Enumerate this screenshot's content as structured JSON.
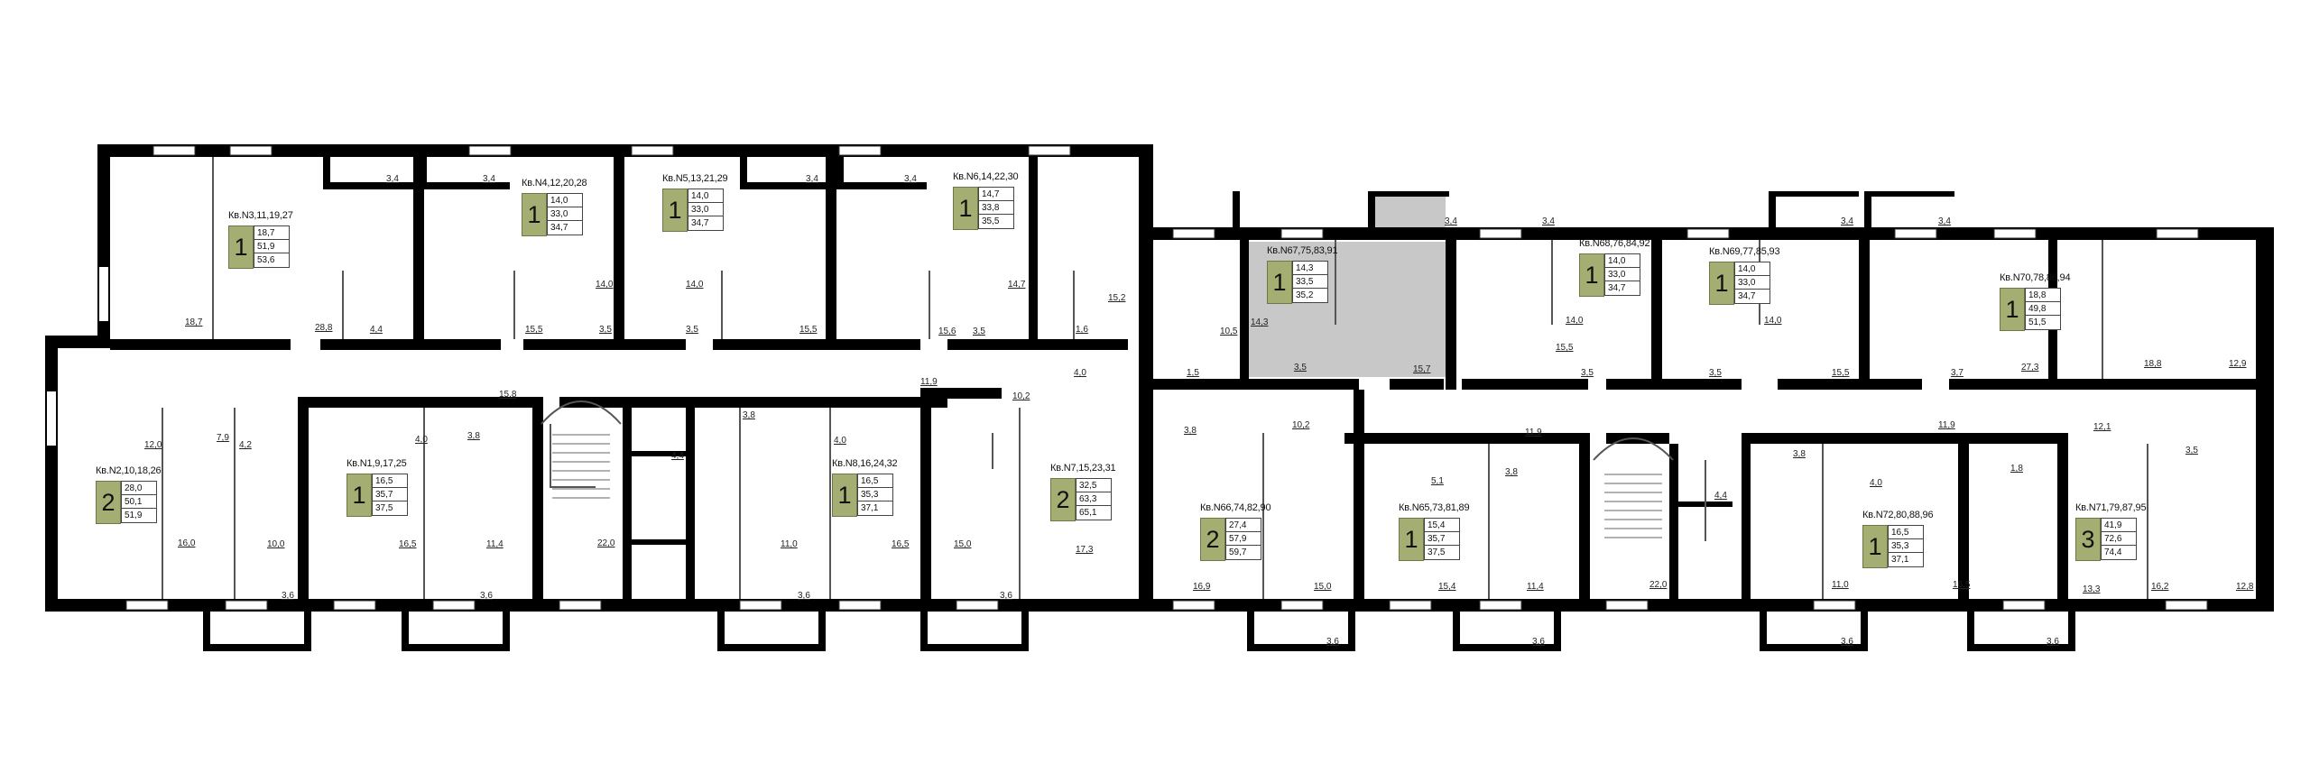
{
  "colors": {
    "wall": "#000000",
    "room_type_badge": "#a4ad72",
    "highlight": "#c8c8c8",
    "background": "#ffffff"
  },
  "apartments": [
    {
      "label": "Кв.N3,11,19,27",
      "rooms": "1",
      "areas": [
        "18,7",
        "51,9",
        "53,6"
      ]
    },
    {
      "label": "Кв.N4,12,20,28",
      "rooms": "1",
      "areas": [
        "14,0",
        "33,0",
        "34,7"
      ]
    },
    {
      "label": "Кв.N5,13,21,29",
      "rooms": "1",
      "areas": [
        "14,0",
        "33,0",
        "34,7"
      ]
    },
    {
      "label": "Кв.N6,14,22,30",
      "rooms": "1",
      "areas": [
        "14,7",
        "33,8",
        "35,5"
      ]
    },
    {
      "label": "Кв.N2,10,18,26",
      "rooms": "2",
      "areas": [
        "28,0",
        "50,1",
        "51,9"
      ]
    },
    {
      "label": "Кв.N1,9,17,25",
      "rooms": "1",
      "areas": [
        "16,5",
        "35,7",
        "37,5"
      ]
    },
    {
      "label": "Кв.N8,16,24,32",
      "rooms": "1",
      "areas": [
        "16,5",
        "35,3",
        "37,1"
      ]
    },
    {
      "label": "Кв.N7,15,23,31",
      "rooms": "2",
      "areas": [
        "32,5",
        "63,3",
        "65,1"
      ]
    },
    {
      "label": "Кв.N67,75,83,91",
      "rooms": "1",
      "areas": [
        "14,3",
        "33,5",
        "35,2"
      ]
    },
    {
      "label": "Кв.N68,76,84,92",
      "rooms": "1",
      "areas": [
        "14,0",
        "33,0",
        "34,7"
      ]
    },
    {
      "label": "Кв.N69,77,85,93",
      "rooms": "1",
      "areas": [
        "14,0",
        "33,0",
        "34,7"
      ]
    },
    {
      "label": "Кв.N70,78,86,94",
      "rooms": "1",
      "areas": [
        "18,8",
        "49,8",
        "51,5"
      ]
    },
    {
      "label": "Кв.N66,74,82,90",
      "rooms": "2",
      "areas": [
        "27,4",
        "57,9",
        "59,7"
      ]
    },
    {
      "label": "Кв.N65,73,81,89",
      "rooms": "1",
      "areas": [
        "15,4",
        "35,7",
        "37,5"
      ]
    },
    {
      "label": "Кв.N72,80,88,96",
      "rooms": "1",
      "areas": [
        "16,5",
        "35,3",
        "37,1"
      ]
    },
    {
      "label": "Кв.N71,79,87,95",
      "rooms": "3",
      "areas": [
        "41,9",
        "72,6",
        "74,4"
      ]
    }
  ],
  "dimensions": [
    "3,4",
    "3,4",
    "3,4",
    "3,4",
    "3,4",
    "3,4",
    "3,4",
    "3,4",
    "18,7",
    "28,8",
    "4,4",
    "15,5",
    "3,5",
    "14,0",
    "14,0",
    "3,5",
    "15,5",
    "15,6",
    "3,5",
    "14,7",
    "15,2",
    "1,6",
    "12,0",
    "7,9",
    "4,2",
    "4,0",
    "3,8",
    "15,8",
    "3,8",
    "4,0",
    "11,9",
    "10,2",
    "4,0",
    "4,4",
    "16,0",
    "10,0",
    "16,5",
    "11,4",
    "22,0",
    "11,0",
    "16,5",
    "15,0",
    "17,3",
    "3,6",
    "3,6",
    "3,6",
    "3,6",
    "10,5",
    "14,3",
    "1,5",
    "3,5",
    "15,7",
    "14,0",
    "15,5",
    "3,5",
    "14,0",
    "3,5",
    "15,5",
    "3,7",
    "27,3",
    "18,8",
    "12,9",
    "3,8",
    "10,2",
    "11,9",
    "5,1",
    "3,8",
    "4,4",
    "3,8",
    "4,0",
    "11,9",
    "12,1",
    "1,8",
    "3,5",
    "16,9",
    "15,0",
    "15,4",
    "11,4",
    "22,0",
    "11,0",
    "16,5",
    "13,3",
    "16,2",
    "12,8",
    "3,6",
    "3,6",
    "3,6",
    "3,6"
  ]
}
